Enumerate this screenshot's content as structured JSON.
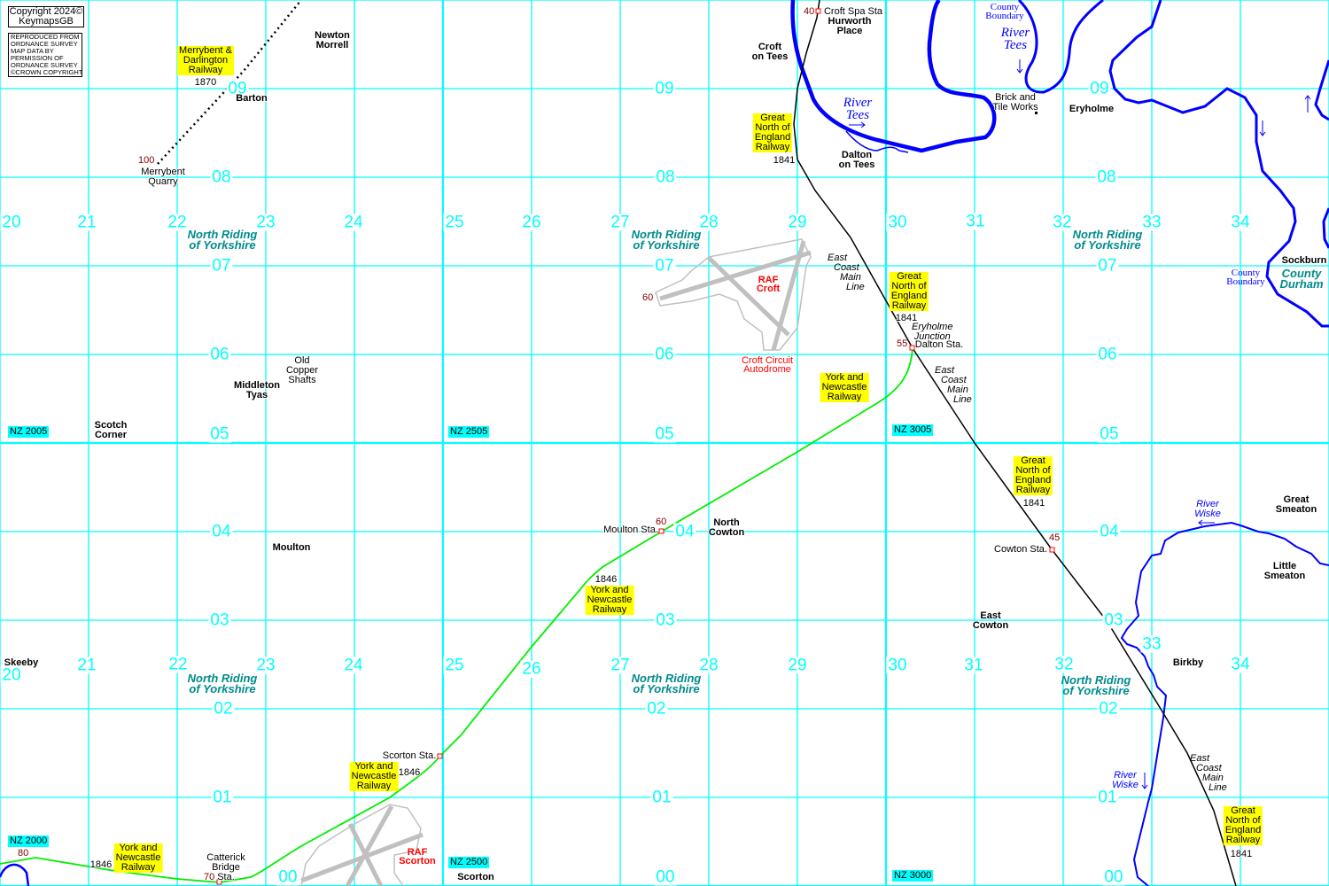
{
  "copyright": {
    "line1": "Copyright 2024©",
    "line2": "KeymapsGB"
  },
  "reproduced": "REPRODUCED FROM\nORDNANCE SURVEY\nMAP DATA BY\nPERMISSION OF\nORDNANCE SURVEY\n©CROWN COPYRIGHT",
  "colors": {
    "grid": "#00ffff",
    "river": "#0000ff",
    "railway_east_coast": "#000000",
    "railway_york_newcastle": "#00ee00",
    "label_bg": "#ffff00",
    "county": "#008b8b",
    "airfield": "#c0c0c0"
  },
  "eastings_top": [
    "20",
    "21",
    "22",
    "23",
    "24",
    "25",
    "26",
    "27",
    "28",
    "29",
    "30",
    "31",
    "32",
    "33",
    "34"
  ],
  "eastings_bottom": [
    "20",
    "21",
    "22",
    "23",
    "24",
    "25",
    "26",
    "27",
    "28",
    "29",
    "30",
    "31",
    "32",
    "33",
    "34"
  ],
  "northings": [
    "09",
    "08",
    "07",
    "06",
    "05",
    "04",
    "03",
    "02",
    "01",
    "00"
  ],
  "grid_refs": [
    "NZ 2005",
    "NZ 2505",
    "NZ 3005",
    "NZ 2000",
    "NZ 2500",
    "NZ 3000"
  ],
  "places": [
    "Newton\nMorrell",
    "Barton",
    "Croft\non Tees",
    "Hurworth\nPlace",
    "Dalton\non Tees",
    "Eryholme",
    "Sockburn",
    "Middleton\nTyas",
    "Scotch\nCorner",
    "Moulton",
    "North\nCowton",
    "East\nCowton",
    "Great\nSmeaton",
    "Little\nSmeaton",
    "Birkby",
    "Skeeby",
    "Scorton"
  ],
  "features": [
    "Merrybent\nQuarry",
    "Old\nCopper\nShafts",
    "Brick and\nTile Works",
    "Croft Spa Sta",
    "Moulton Sta.",
    "Scorton Sta.",
    "Catterick\nBridge\nSta.",
    "Cowton Sta.",
    "Dalton Sta."
  ],
  "railway_labels": [
    "Merrybent &\nDarlington\nRailway",
    "Great\nNorth of\nEngland\nRailway",
    "Great\nNorth of\nEngland\nRailway",
    "York and\nNewcastle\nRailway",
    "Great\nNorth of\nEngland\nRailway",
    "York and\nNewcastle\nRailway",
    "York and\nNewcastle\nRailway",
    "York and\nNewcastle\nRailway",
    "Great\nNorth of\nEngland\nRailway"
  ],
  "years": [
    "1870",
    "1841",
    "1841",
    "1841",
    "1846",
    "1846",
    "1846",
    "1841"
  ],
  "line_names": [
    "East\nCoast\nMain\nLine",
    "East\nCoast\nMain\nLine",
    "East\nCoast\nMain\nLine",
    "Eryholme\nJunction"
  ],
  "heights": [
    "100",
    "40",
    "60",
    "55",
    "60",
    "45",
    "80",
    "70"
  ],
  "counties": [
    "North Riding\nof Yorkshire",
    "North Riding\nof Yorkshire",
    "North Riding\nof Yorkshire",
    "North Riding\nof Yorkshire",
    "North Riding\nof Yorkshire",
    "North Riding\nof Yorkshire",
    "County\nDurham"
  ],
  "rivers": [
    "River\nTees",
    "River\nTees"
  ],
  "rivers_small": [
    "River\nWiske",
    "River\nWiske"
  ],
  "county_boundary": [
    "County\nBoundary",
    "County\nBoundary"
  ],
  "airfields": [
    "RAF\nCroft",
    "RAF\nScorton"
  ],
  "croft_circuit": "Croft Circuit\nAutodrome"
}
